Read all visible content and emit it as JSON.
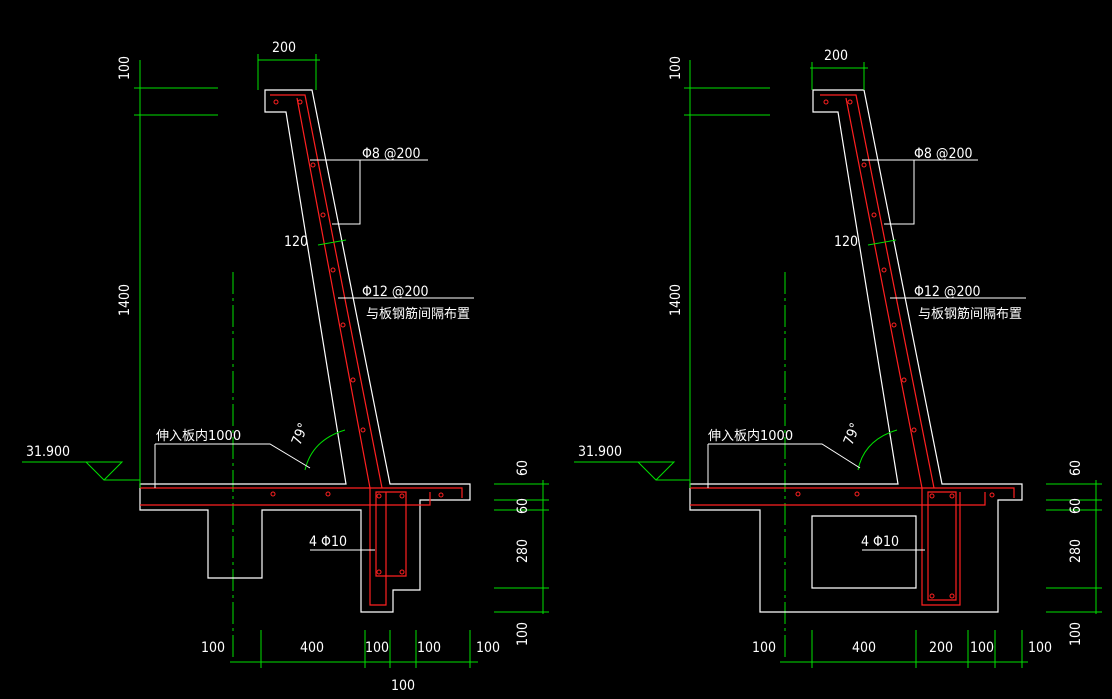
{
  "diagrams": [
    {
      "elevation": "31.900",
      "height_top": "100",
      "height_main": "1400",
      "width_top": "200",
      "thickness": "120",
      "rebar_dist": "Φ8 @200",
      "rebar_main": "Φ12 @200",
      "rebar_main_note": "与板钢筋间隔布置",
      "anchor_note": "伸入板内1000",
      "angle": "79°",
      "beam_rebar": "4 Φ10",
      "right_dims": [
        "60",
        "60",
        "280",
        "100"
      ],
      "bottom_dims": [
        "100",
        "400",
        "100",
        "100",
        "100"
      ],
      "bottom_total": "100"
    },
    {
      "elevation": "31.900",
      "height_top": "100",
      "height_main": "1400",
      "width_top": "200",
      "thickness": "120",
      "rebar_dist": "Φ8 @200",
      "rebar_main": "Φ12 @200",
      "rebar_main_note": "与板钢筋间隔布置",
      "anchor_note": "伸入板内1000",
      "angle": "79°",
      "beam_rebar": "4 Φ10",
      "right_dims": [
        "60",
        "60",
        "280",
        "100"
      ],
      "bottom_dims": [
        "100",
        "400",
        "200",
        "100",
        "100"
      ]
    }
  ],
  "colors": {
    "background": "#000000",
    "outline": "#ffffff",
    "rebar": "#ff2020",
    "dimension": "#00e000"
  }
}
